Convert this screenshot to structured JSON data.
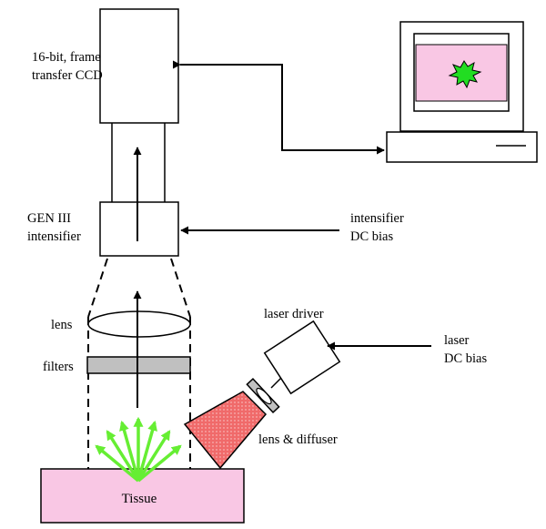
{
  "labels": {
    "ccd_line1": "16-bit, frame",
    "ccd_line2": "transfer CCD",
    "intensifier_line1": "GEN III",
    "intensifier_line2": "intensifier",
    "intensifier_bias_line1": "intensifier",
    "intensifier_bias_line2": "DC bias",
    "lens": "lens",
    "filters": "filters",
    "laser_driver": "laser driver",
    "laser_bias_line1": "laser",
    "laser_bias_line2": "DC bias",
    "lens_diffuser": "lens & diffuser",
    "tissue": "Tissue"
  },
  "colors": {
    "tissue_fill": "#f9c7e4",
    "screen_fill": "#f9c7e4",
    "filter_fill": "#c0c0c0",
    "laser_beam_fill": "#f06a6a",
    "emission_arrows": "#66ee33",
    "starburst_fill": "#22dd22",
    "line": "#000000"
  }
}
